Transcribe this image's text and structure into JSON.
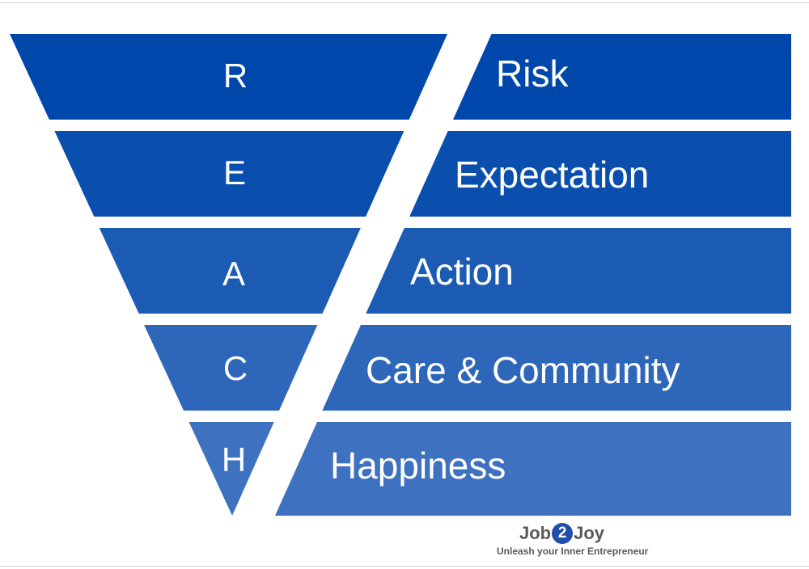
{
  "diagram": {
    "acronym": [
      {
        "letter": "R",
        "word": "Risk",
        "color": "#0047ab"
      },
      {
        "letter": "E",
        "word": "Expectation",
        "color": "#0b4fae"
      },
      {
        "letter": "A",
        "word": "Action",
        "color": "#1c5bb4"
      },
      {
        "letter": "C",
        "word": "Care & Community",
        "color": "#2e66ba"
      },
      {
        "letter": "H",
        "word": "Happiness",
        "color": "#3e71bf"
      }
    ]
  },
  "logo": {
    "part1": "Job",
    "number": "2",
    "part2": "Joy",
    "tagline": "Unleash your Inner Entrepreneur",
    "circle_color": "#1f4fa8",
    "text_color": "#5a5a5a"
  }
}
